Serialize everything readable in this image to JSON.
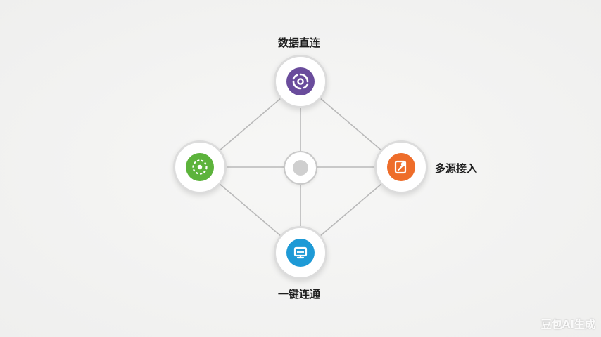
{
  "nodes": {
    "top": {
      "label": "数据直连",
      "icon": "sync-icon",
      "color": "#6a4c9c"
    },
    "right": {
      "label": "多源接入",
      "icon": "edit-note-icon",
      "color": "#ee6d2a"
    },
    "bottom": {
      "label": "一键连通",
      "icon": "monitor-icon",
      "color": "#1e9ad6"
    },
    "left": {
      "label": "",
      "icon": "target-icon",
      "color": "#5cb33b"
    },
    "center": {
      "icon": "hub-dot"
    }
  },
  "watermark": "豆包AI生成"
}
